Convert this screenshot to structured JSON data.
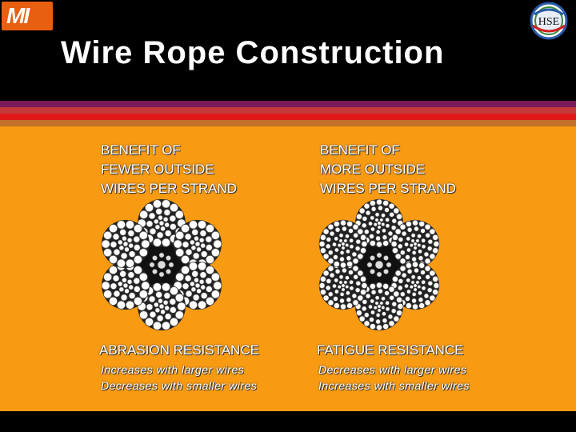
{
  "header": {
    "logo_left_text": "MI",
    "logo_right_text": "HSE",
    "title": "Wire Rope Construction"
  },
  "colors": {
    "background": "#000000",
    "content_bg": "#f89a12",
    "stripe_1": "#7b1a5a",
    "stripe_2": "#c23a3a",
    "stripe_3": "#e01818",
    "stripe_4": "#c2702a",
    "logo_left_bg": "#e85f10"
  },
  "left_panel": {
    "heading_lines": [
      "BENEFIT OF",
      "FEWER OUTSIDE",
      "WIRES PER STRAND"
    ],
    "resistance_title": "ABRASION RESISTANCE",
    "lines": [
      "Increases with larger wires",
      "Decreases with smaller wires"
    ]
  },
  "right_panel": {
    "heading_lines": [
      "BENEFIT OF",
      "MORE OUTSIDE",
      "WIRES PER STRAND"
    ],
    "resistance_title": "FATIGUE RESISTANCE",
    "lines": [
      "Decreases with larger wires",
      "Increases with smaller wires"
    ]
  }
}
